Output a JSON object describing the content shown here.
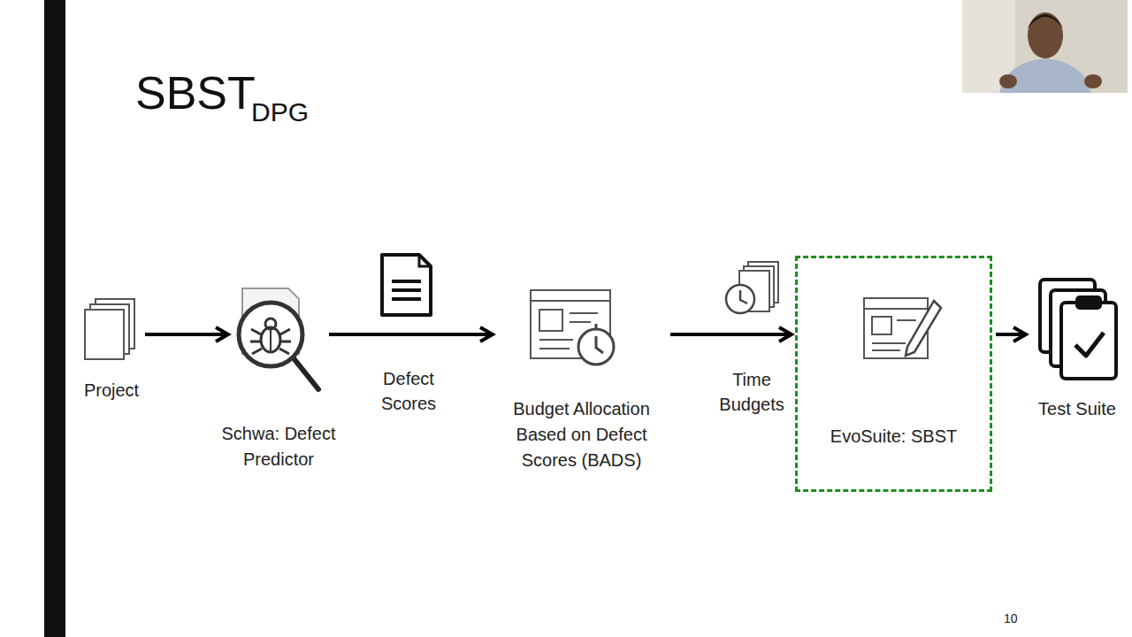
{
  "diagram": {
    "title": "SBST",
    "nodes": [
      {
        "text": [
          "Project"
        ]
      },
      {
        "text": [
          "Schwa: Defect Predictor"
        ]
      },
      {
        "text": [
          "Budget Allocation Based on Defect Scores (BADS)"
        ]
      },
      {
        "text": [
          "EvoSuite: SBST"
        ]
      },
      {
        "text": [
          "Test Suite"
        ]
      }
    ],
    "edges": [
      {
        "from": 0,
        "to": 1,
        "arrow": "to"
      },
      {
        "from": 1,
        "to": 2,
        "label": "Defect Scores",
        "arrow": "to"
      },
      {
        "from": 2,
        "to": 3,
        "label": "Time Budgets",
        "arrow": "to"
      },
      {
        "from": 3,
        "to": 4,
        "arrow": "to"
      }
    ],
    "labels": [
      "DPG",
      "10"
    ]
  }
}
